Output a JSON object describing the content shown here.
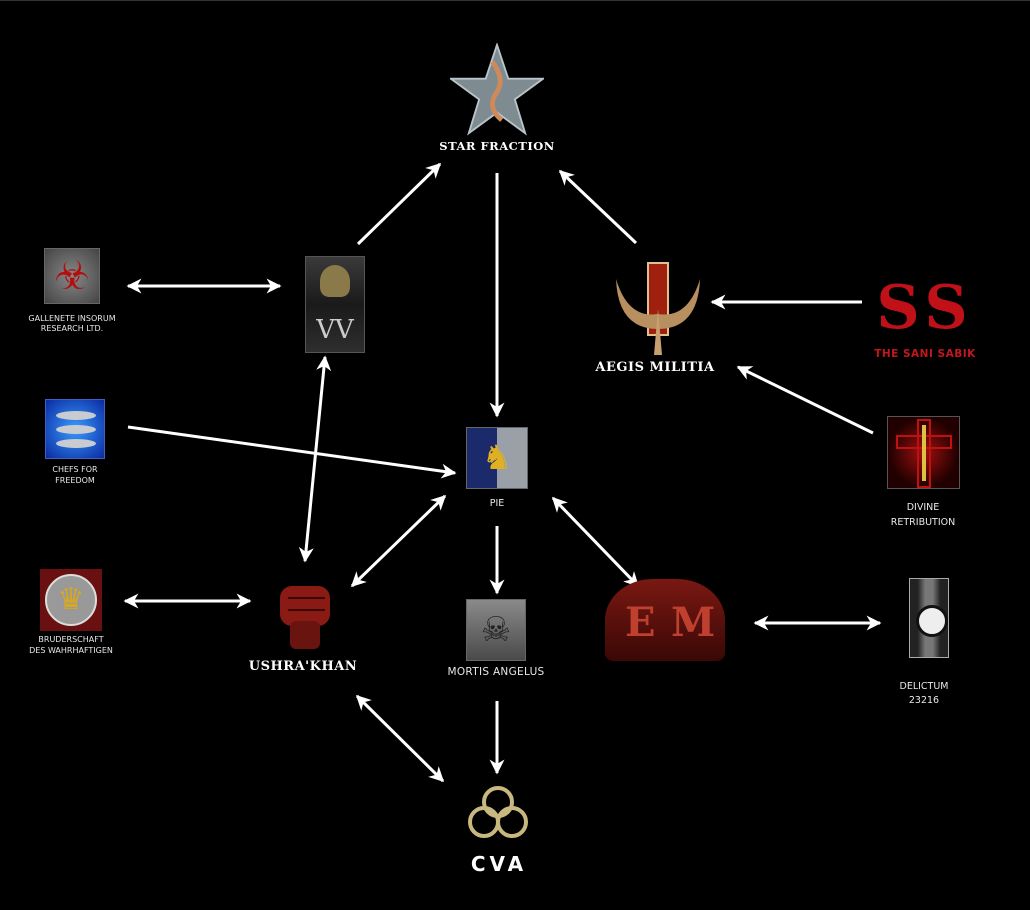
{
  "title": "Alliance relations diagram",
  "nodes": {
    "star_fraction": {
      "label": "STAR FRACTION",
      "icon": "star-logo"
    },
    "gallenete": {
      "label_line1": "GALLENETE INSORUM",
      "label_line2": "RESEARCH LTD.",
      "icon": "biohazard-icon"
    },
    "vv": {
      "label": "VV",
      "icon": "helmet-logo"
    },
    "aegis": {
      "label": "AEGIS MILITIA",
      "icon": "aegis-logo"
    },
    "sani_sabik": {
      "logo_text": "SS",
      "label": "THE SANI SABIK",
      "icon": "sani-sabik-logo"
    },
    "chefs": {
      "label_line1": "CHEFS FOR",
      "label_line2": "FREEDOM",
      "icon": "fish-icon"
    },
    "pie": {
      "label": "PIE",
      "icon": "griffin-icon"
    },
    "divine": {
      "label_line1": "DIVINE",
      "label_line2": "RETRIBUTION",
      "icon": "winged-sword-icon"
    },
    "bruderschaft": {
      "label_line1": "BRUDERSCHAFT",
      "label_line2": "DES WAHRHAFTIGEN",
      "icon": "lion-icon"
    },
    "ushra": {
      "label": "USHRA'KHAN",
      "icon": "fist-logo"
    },
    "mortis": {
      "label": "MORTIS ANGELUS",
      "icon": "skull-icon"
    },
    "em": {
      "logo_text_left": "E",
      "logo_text_right": "M",
      "icon": "em-logo"
    },
    "delictum": {
      "label_line1": "DELICTUM",
      "label_line2": "23216",
      "icon": "delictum-icon"
    },
    "cva": {
      "label": "CVA",
      "icon": "cva-logo"
    }
  },
  "edges": [
    {
      "from": "gallenete",
      "to": "vv",
      "direction": "both"
    },
    {
      "from": "vv",
      "to": "star_fraction",
      "direction": "forward"
    },
    {
      "from": "star_fraction",
      "to": "pie",
      "direction": "forward"
    },
    {
      "from": "aegis",
      "to": "star_fraction",
      "direction": "forward"
    },
    {
      "from": "sani_sabik",
      "to": "aegis",
      "direction": "forward"
    },
    {
      "from": "divine",
      "to": "aegis",
      "direction": "forward"
    },
    {
      "from": "chefs",
      "to": "pie",
      "direction": "forward"
    },
    {
      "from": "vv",
      "to": "ushra",
      "direction": "both"
    },
    {
      "from": "ushra",
      "to": "pie",
      "direction": "both"
    },
    {
      "from": "bruderschaft",
      "to": "ushra",
      "direction": "both"
    },
    {
      "from": "pie",
      "to": "mortis",
      "direction": "forward"
    },
    {
      "from": "pie",
      "to": "em",
      "direction": "both"
    },
    {
      "from": "em",
      "to": "delictum",
      "direction": "both"
    },
    {
      "from": "mortis",
      "to": "cva",
      "direction": "forward"
    },
    {
      "from": "ushra",
      "to": "cva",
      "direction": "both"
    }
  ]
}
